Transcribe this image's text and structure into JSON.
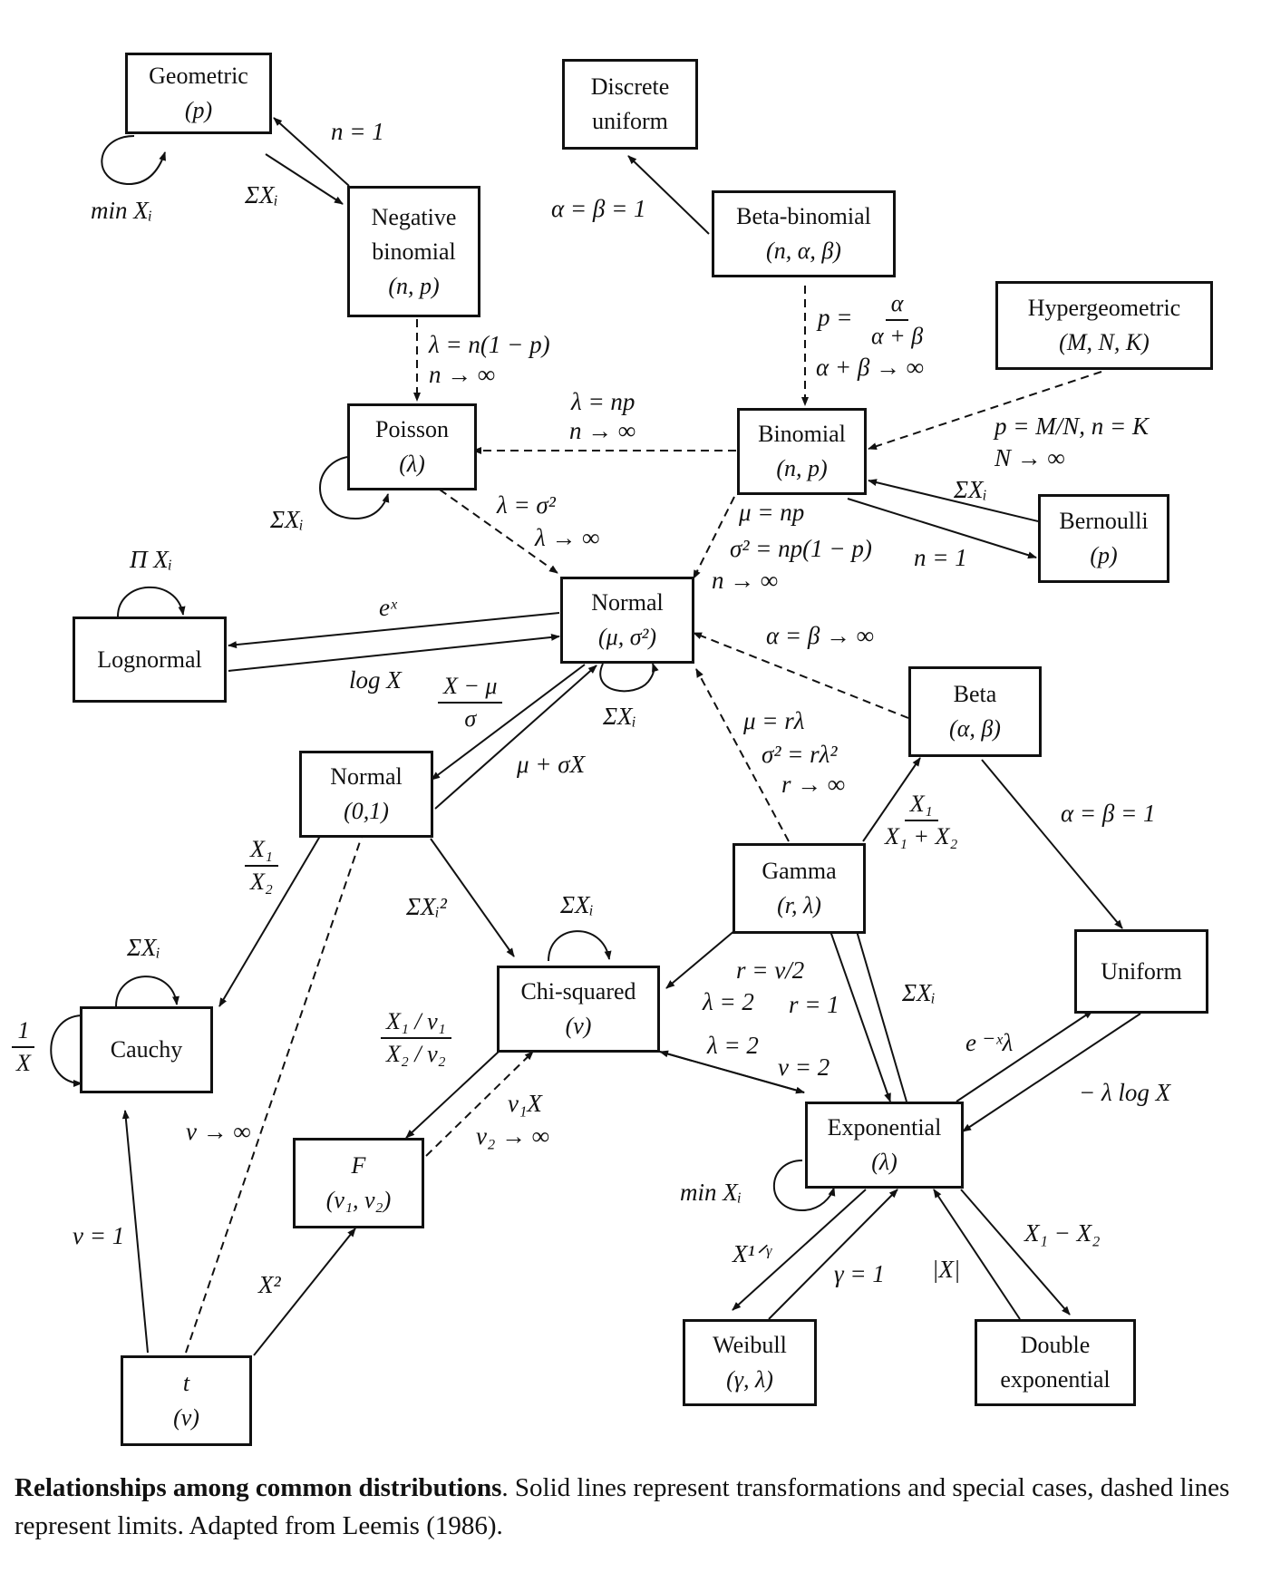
{
  "nodes": {
    "geometric": {
      "name": "Geometric",
      "param": "(p)"
    },
    "negbin": {
      "name1": "Negative",
      "name2": "binomial",
      "param": "(n, p)"
    },
    "discunif": {
      "name1": "Discrete",
      "name2": "uniform"
    },
    "betabin": {
      "name": "Beta-binomial",
      "param": "(n, α, β)"
    },
    "hypergeo": {
      "name": "Hypergeometric",
      "param": "(M, N, K)"
    },
    "poisson": {
      "name": "Poisson",
      "param": "(λ)"
    },
    "binomial": {
      "name": "Binomial",
      "param": "(n,  p)"
    },
    "bernoulli": {
      "name": "Bernoulli",
      "param": "(p)"
    },
    "lognormal": {
      "name": "Lognormal"
    },
    "normal": {
      "name": "Normal",
      "param": "(μ, σ²)"
    },
    "stdnormal": {
      "name": "Normal",
      "param": "(0,1)"
    },
    "beta": {
      "name": "Beta",
      "param": "(α, β)"
    },
    "gamma": {
      "name": "Gamma",
      "param": "(r, λ)"
    },
    "uniform": {
      "name": "Uniform"
    },
    "cauchy": {
      "name": "Cauchy"
    },
    "chisq": {
      "name": "Chi-squared",
      "param": "(ν)"
    },
    "exponential": {
      "name": "Exponential",
      "param": "(λ)"
    },
    "f": {
      "name": "F",
      "param": "(ν₁, ν₂)"
    },
    "t": {
      "name": "t",
      "param": "(ν)"
    },
    "weibull": {
      "name": "Weibull",
      "param": "(γ, λ)"
    },
    "doubleexp": {
      "name1": "Double",
      "name2": "exponential"
    }
  },
  "labels": {
    "n_eq_1_geo": "n = 1",
    "sum_xi_geo": "ΣXᵢ",
    "min_xi_geo": "min Xᵢ",
    "alpha_beta_1_disc": "α = β = 1",
    "p_eq": "p =",
    "p_num": "α",
    "p_den": "α + β",
    "ab_inf": "α + β → ∞",
    "lambda_np1": "λ = n(1 − p)",
    "n_inf1": "n → ∞",
    "lambda_np2": "λ = np",
    "n_inf2": "n → ∞",
    "hyper1": "p = M/N, n = K",
    "hyper2": "N → ∞",
    "sum_xi_bern": "ΣXᵢ",
    "n_eq_1_bern": "n = 1",
    "lambda_sigma": "λ = σ²",
    "lambda_inf": "λ → ∞",
    "mu_np": "μ = np",
    "sigma_np": "σ² = np(1 − p)",
    "n_inf3": "n → ∞",
    "sum_xi_poisson": "ΣXᵢ",
    "prod_xi": "Π Xᵢ",
    "exp_x": "eˣ",
    "log_x": "log X",
    "std_num": "X − μ",
    "std_den": "σ",
    "sum_xi_normal": "ΣXᵢ",
    "mu_sigma_x": "μ + σX",
    "ab_beta_inf": "α = β → ∞",
    "mu_rl": "μ = rλ",
    "sigma_rl": "σ² = rλ²",
    "r_inf": "r → ∞",
    "beta_num": "X₁",
    "beta_den": "X₁ + X₂",
    "ab_unif": "α = β = 1",
    "cauchy_num": "X₁",
    "cauchy_den": "X₂",
    "sum_xi_cauchy": "ΣXᵢ",
    "one_over_x_num": "1",
    "one_over_x_den": "X",
    "sum_xi2": "ΣXᵢ²",
    "sum_xi_chisq": "ΣXᵢ",
    "r_nu2": "r = ν/2",
    "lambda2a": "λ = 2",
    "r_1": "r = 1",
    "sum_xi_gamma": "ΣXᵢ",
    "lambda2b": "λ = 2",
    "nu_2": "ν = 2",
    "e_neg_xl": "e ⁻ˣλ",
    "neg_lambda_log": "− λ log X",
    "f_num": "X₁ / ν₁",
    "f_den": "X₂ / ν₂",
    "nu1x": "ν₁X",
    "nu2_inf": "ν₂ → ∞",
    "nu_inf": "ν → ∞",
    "nu_1": "ν = 1",
    "x_sq": "X²",
    "min_xi_exp": "min Xᵢ",
    "x_1gamma": "X¹ᐟᵞ",
    "gamma_1": "γ = 1",
    "abs_x": "|X|",
    "x1_x2": "X₁ − X₂"
  },
  "caption": {
    "bold": "Relationships among common distributions",
    "rest": ". Solid lines represent transformations and special cases, dashed lines represent limits. Adapted from Leemis (1986)."
  }
}
